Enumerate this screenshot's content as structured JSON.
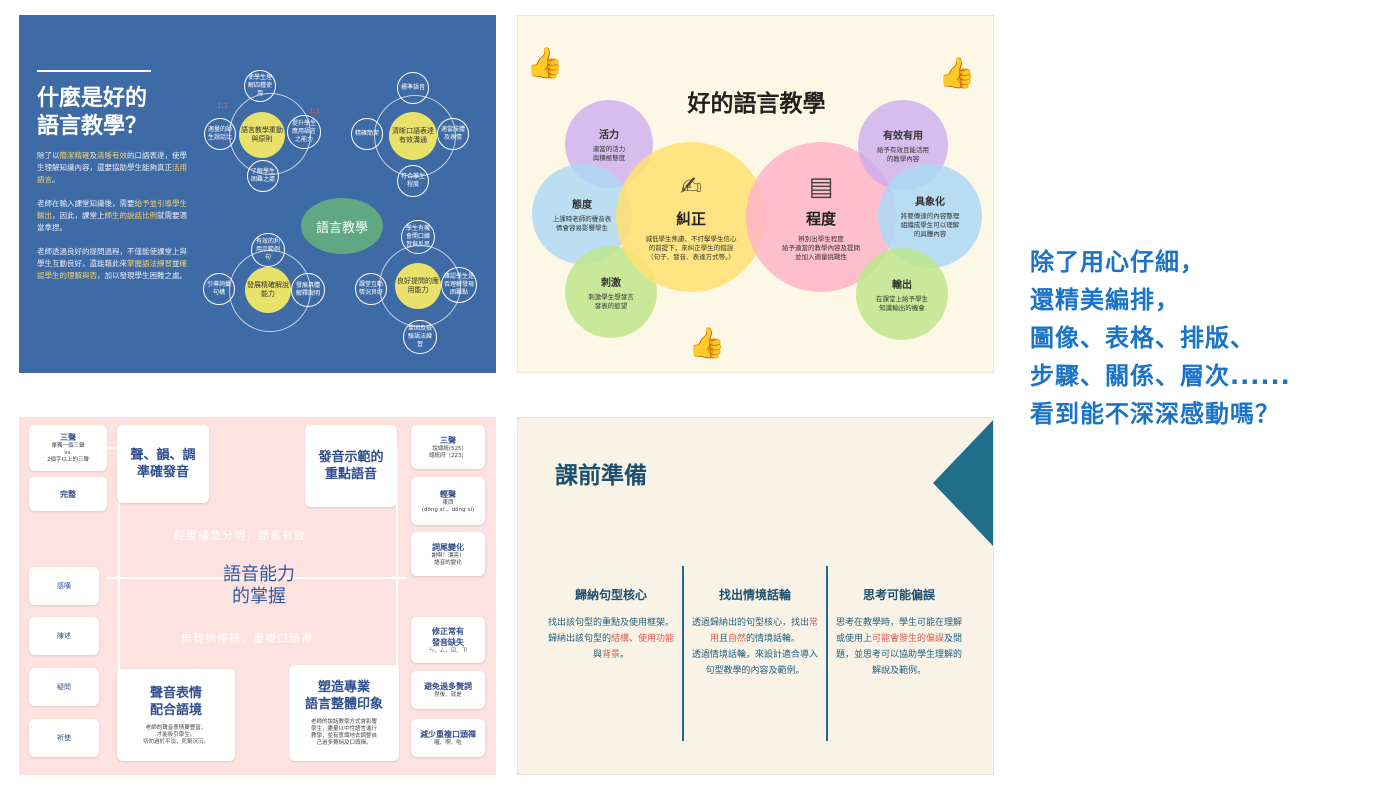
{
  "panel1": {
    "title": "什麼是好的\n語言教學？",
    "p1_a": "除了以",
    "p1_hl1": "簡潔精確",
    "p1_b": "及",
    "p1_hl2": "清晰有效",
    "p1_c": "的口語表達，使學生理解知識內容，還要協助學生能夠真正",
    "p1_hl3": "活用語言",
    "p1_d": "。",
    "p2_a": "老師在輸入課堂知識後，需要",
    "p2_hl1": "給予並引導學生輸出",
    "p2_b": "，因此，課堂上",
    "p2_hl2": "師生的說話比例",
    "p2_c": "就需要適當拿捏。",
    "p3_a": "老師透過良好的提問過程，不僅能使課堂上與學生互動良好，還能藉此來",
    "p3_hl1": "掌握語法練習",
    "p3_b": "並",
    "p3_hl2": "確認學生的理解與否",
    "p3_c": "，加以發現學生困難之處。",
    "center": "語言教學",
    "tl_hub": "語言教學重動與原則",
    "tl_n1": "使學生理解四種使用",
    "tl_n2": "適量的師生說話比",
    "tl_n3": "提升學生應用語言之能力",
    "tl_n4": "了解學生困難之處",
    "tl_r1": "1:1",
    "tl_r2": "1:1",
    "tr_hub": "清晰口語表達有效溝通",
    "tr_n1": "標準語音",
    "tr_n2": "精確簡潔",
    "tr_n3": "適當肢體及表情",
    "tr_n4": "符合學生程度",
    "bl_hub": "發展精確解說能力",
    "bl_n1": "有效的利用示範例句",
    "bl_n2": "引導詞彙句構",
    "bl_n3": "發展具體解釋說明",
    "br_hub": "良好提問的應用能力",
    "br_n1": "學生有機會開口練習與反思",
    "br_n2": "課堂互動情況良好",
    "br_n3": "確認學生是否理解發現困難點",
    "br_n4": "鞏固及檢驗語法練習"
  },
  "panel2": {
    "title": "好的語言教學",
    "vitality_t": "活力",
    "vitality_d": "適當的活力\n與積極態度",
    "attitude_t": "態度",
    "attitude_d": "上課時老師的聲音表\n情會容易影響學生",
    "stim_t": "刺激",
    "stim_d": "刺激學生想發言\n發表的慾望",
    "correct_t": "糾正",
    "correct_d": "減低學生焦慮、不打擊學生信心\n的前提下，來糾正學生的錯誤\n（句子、發音、表達方式等。）",
    "level_t": "程度",
    "level_d": "辨別出學生程度\n給予適當的教學內容及提問\n並加入適量挑戰性",
    "useful_t": "有效有用",
    "useful_d": "給予有效且能活用\n的教學內容",
    "concrete_t": "具象化",
    "concrete_d": "將要傳達的內容整理\n組織成學生可以理解\n的具體內容",
    "output_t": "輸出",
    "output_d": "在課堂上給予學生\n知識輸出的機會"
  },
  "panel3": {
    "center": "語音能力\n的掌握",
    "faint1": "輕重緩急分明，節奏有致",
    "faint2": "無贅詞停頓，重複口頭禪",
    "l1_t": "三聲",
    "l1_s": "單獨一個三聲\nvs.\n2個字以上的三聲",
    "l2_t": "完整",
    "big1": "聲、韻、調\n準確發音",
    "big2": "發音示範的\n重點語音",
    "r1_t": "三聲",
    "r1_s": "說總統(525)\n總統府（223）",
    "r2_t": "輕聲",
    "r2_s": "東西\n(dōng xī 、dōng xi)",
    "r3_t": "詞尾變化",
    "r3_s": "謝啊！漂亮！\n語音的變化",
    "e1": "感嘆",
    "e2": "陳述",
    "e3": "疑問",
    "e4": "祈使",
    "big3": "聲音表情\n配合語境",
    "big3_s": "老師的聲音表情要豐富，\n才能吸引學生。\n切勿過於平淡，死氣沉沉。",
    "big4": "塑造專業\n語言整體印象",
    "big4_s": "老師的說話教學方式會影響\n學生，盡量以中性語言進行\n教學，並有意識地去調整自\n己過多贅詞及口頭禪。",
    "r4_t": "修正常有\n發音缺失",
    "r4_s": "ㄣ、ㄥ、ㄖ、ㄗ",
    "r5_t": "避免過多贅詞",
    "r5_s": "然後、就是",
    "r6_t": "減少重複口頭禪",
    "r6_s": "喔、啊、啦"
  },
  "panel4": {
    "title": "課前準備",
    "c1_h": "歸納句型核心",
    "c1_a": "找出該句型的重點及使用框架。歸納出該句型的",
    "c1_hl1": "結構",
    "c1_b": "、",
    "c1_hl2": "使用功能",
    "c1_c": "與",
    "c1_hl3": "背景",
    "c1_d": "。",
    "c2_h": "找出情境話輪",
    "c2_a": "透過歸納出的句型核心，找出",
    "c2_hl1": "常用",
    "c2_b": "且",
    "c2_hl2": "自然",
    "c2_c": "的情境話輪。",
    "c2_e": "透過情境話輪，來設計適合導入句型教學的內容及範例。",
    "c3_h": "思考可能偏誤",
    "c3_a": "思考在教學時，學生可能在理解或使用上",
    "c3_hl1": "可能會發生的偏誤",
    "c3_b": "及問題，並思考可以協助學生理解的解說及範例。"
  },
  "right_text": {
    "l1": "除了用心仔細，",
    "l2": "還精美編排，",
    "l3": "圖像、表格、排版、",
    "l4": "步驟、關係、層次......",
    "l5": "看到能不深深感動嗎？"
  },
  "colors": {
    "blue_panel": "#3e6aa5",
    "accent_text": "#1a73c6",
    "pink_panel": "#fde2df",
    "highlight": "#e05a4e"
  }
}
